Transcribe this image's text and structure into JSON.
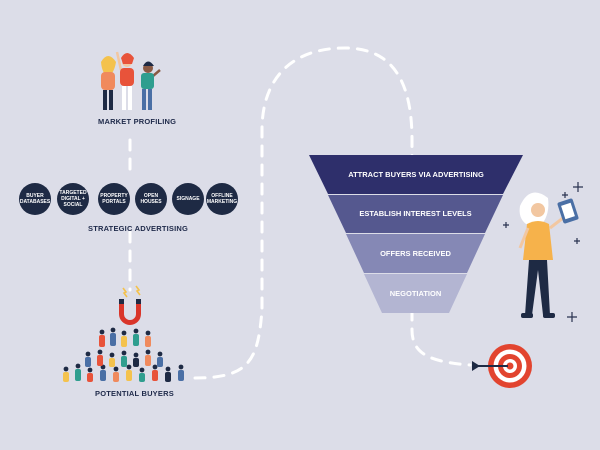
{
  "sections": {
    "market_profiling": "MARKET PROFILING",
    "strategic_advertising": "STRATEGIC ADVERTISING",
    "potential_buyers": "POTENTIAL BUYERS"
  },
  "channels": [
    {
      "label": "BUYER DATABASES"
    },
    {
      "label": "TARGETED DIGITAL + SOCIAL"
    },
    {
      "label": "PROPERTY PORTALS"
    },
    {
      "label": "OPEN HOUSES"
    },
    {
      "label": "SIGNAGE"
    },
    {
      "label": "OFFLINE MARKETING"
    }
  ],
  "funnel": [
    {
      "label": "ATTRACT BUYERS VIA ADVERTISING",
      "color": "#2e2f6b"
    },
    {
      "label": "ESTABLISH INTEREST LEVELS",
      "color": "#55588f"
    },
    {
      "label": "OFFERS RECEIVED",
      "color": "#8588b5"
    },
    {
      "label": "NEGOTIATION",
      "color": "#b3b5d2"
    }
  ],
  "colors": {
    "background": "#dcdde8",
    "path": "#ffffff",
    "circle": "#1e2a44",
    "target": "#e2442f",
    "magnet": "#d9352a"
  },
  "icons": [
    "people-icon",
    "magnet-icon",
    "crowd-icon",
    "target-icon",
    "woman-clipboard-icon",
    "sparkle-icon"
  ]
}
